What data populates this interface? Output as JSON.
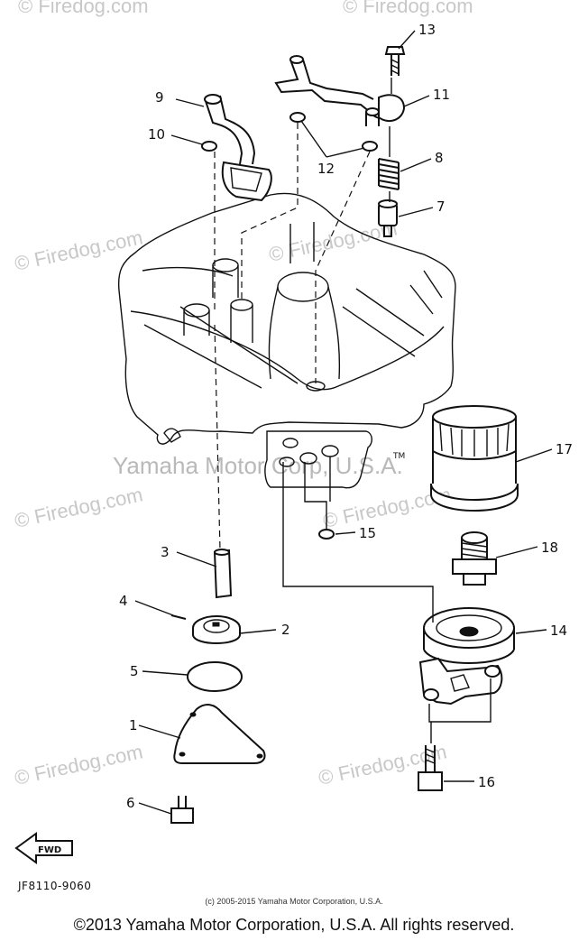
{
  "watermarks": {
    "firedog": "© Firedog.com",
    "yamaha": "Yamaha Motor Corp, U.S.A.",
    "tm": "TM"
  },
  "callouts": [
    "1",
    "2",
    "3",
    "4",
    "5",
    "6",
    "7",
    "8",
    "9",
    "10",
    "11",
    "12",
    "13",
    "14",
    "15",
    "16",
    "17",
    "18"
  ],
  "fwd_label": "FWD",
  "catalog_number": "JF8110-9060",
  "small_copyright": "(c) 2005-2015 Yamaha Motor Corporation, U.S.A.",
  "footer_copyright": "©2013 Yamaha Motor Corporation, U.S.A. All rights reserved."
}
